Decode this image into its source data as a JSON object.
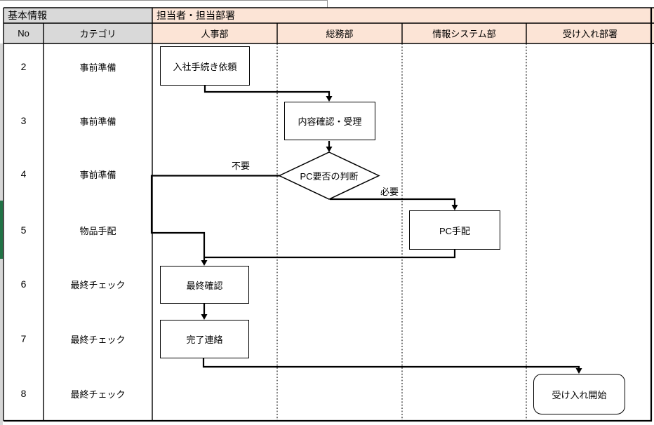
{
  "header": {
    "basic_info": "基本情報",
    "assignee": "担当者・担当部署",
    "no": "No",
    "category": "カテゴリ",
    "lanes": [
      "人事部",
      "総務部",
      "情報システム部",
      "受け入れ部署"
    ]
  },
  "rows": [
    {
      "no": "2",
      "category": "事前準備"
    },
    {
      "no": "3",
      "category": "事前準備"
    },
    {
      "no": "4",
      "category": "事前準備"
    },
    {
      "no": "5",
      "category": "物品手配"
    },
    {
      "no": "6",
      "category": "最終チェック"
    },
    {
      "no": "7",
      "category": "最終チェック"
    },
    {
      "no": "8",
      "category": "最終チェック"
    }
  ],
  "nodes": {
    "request_onboarding": "入社手続き依頼",
    "confirm_accept": "内容確認・受理",
    "pc_decision": "PC要否の判断",
    "pc_arrange": "PC手配",
    "final_confirm": "最終確認",
    "completion_notice": "完了連絡",
    "acceptance_start": "受け入れ開始"
  },
  "edge_labels": {
    "not_required": "不要",
    "required": "必要"
  },
  "colors": {
    "info_header_bg": "#d9d9d9",
    "lane_header_bg": "#fce4d6",
    "scrollbar_thumb": "#217346",
    "line": "#000000"
  }
}
